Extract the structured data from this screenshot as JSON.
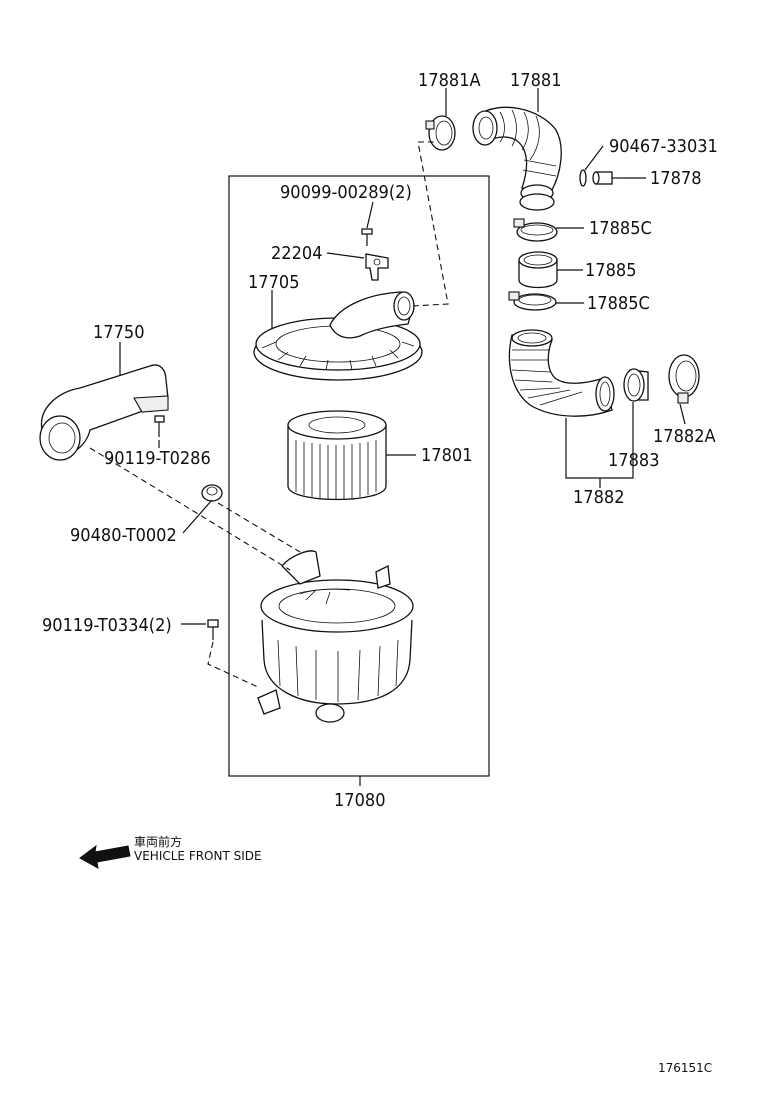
{
  "parts": {
    "p17881A": "17881A",
    "p17881": "17881",
    "p90467": "90467-33031",
    "p17878": "17878",
    "p90099": "90099-00289(2)",
    "p22204": "22204",
    "p17705": "17705",
    "p17885C_top": "17885C",
    "p17885": "17885",
    "p17885C_bot": "17885C",
    "p17750": "17750",
    "p90119_t0286": "90119-T0286",
    "p17801": "17801",
    "p17882A": "17882A",
    "p17883": "17883",
    "p17882": "17882",
    "p90480": "90480-T0002",
    "p90119_t0334": "90119-T0334(2)",
    "p17080": "17080"
  },
  "legend": {
    "jp": "車両前方",
    "en": "VEHICLE FRONT SIDE"
  },
  "figure_id": "176151C"
}
